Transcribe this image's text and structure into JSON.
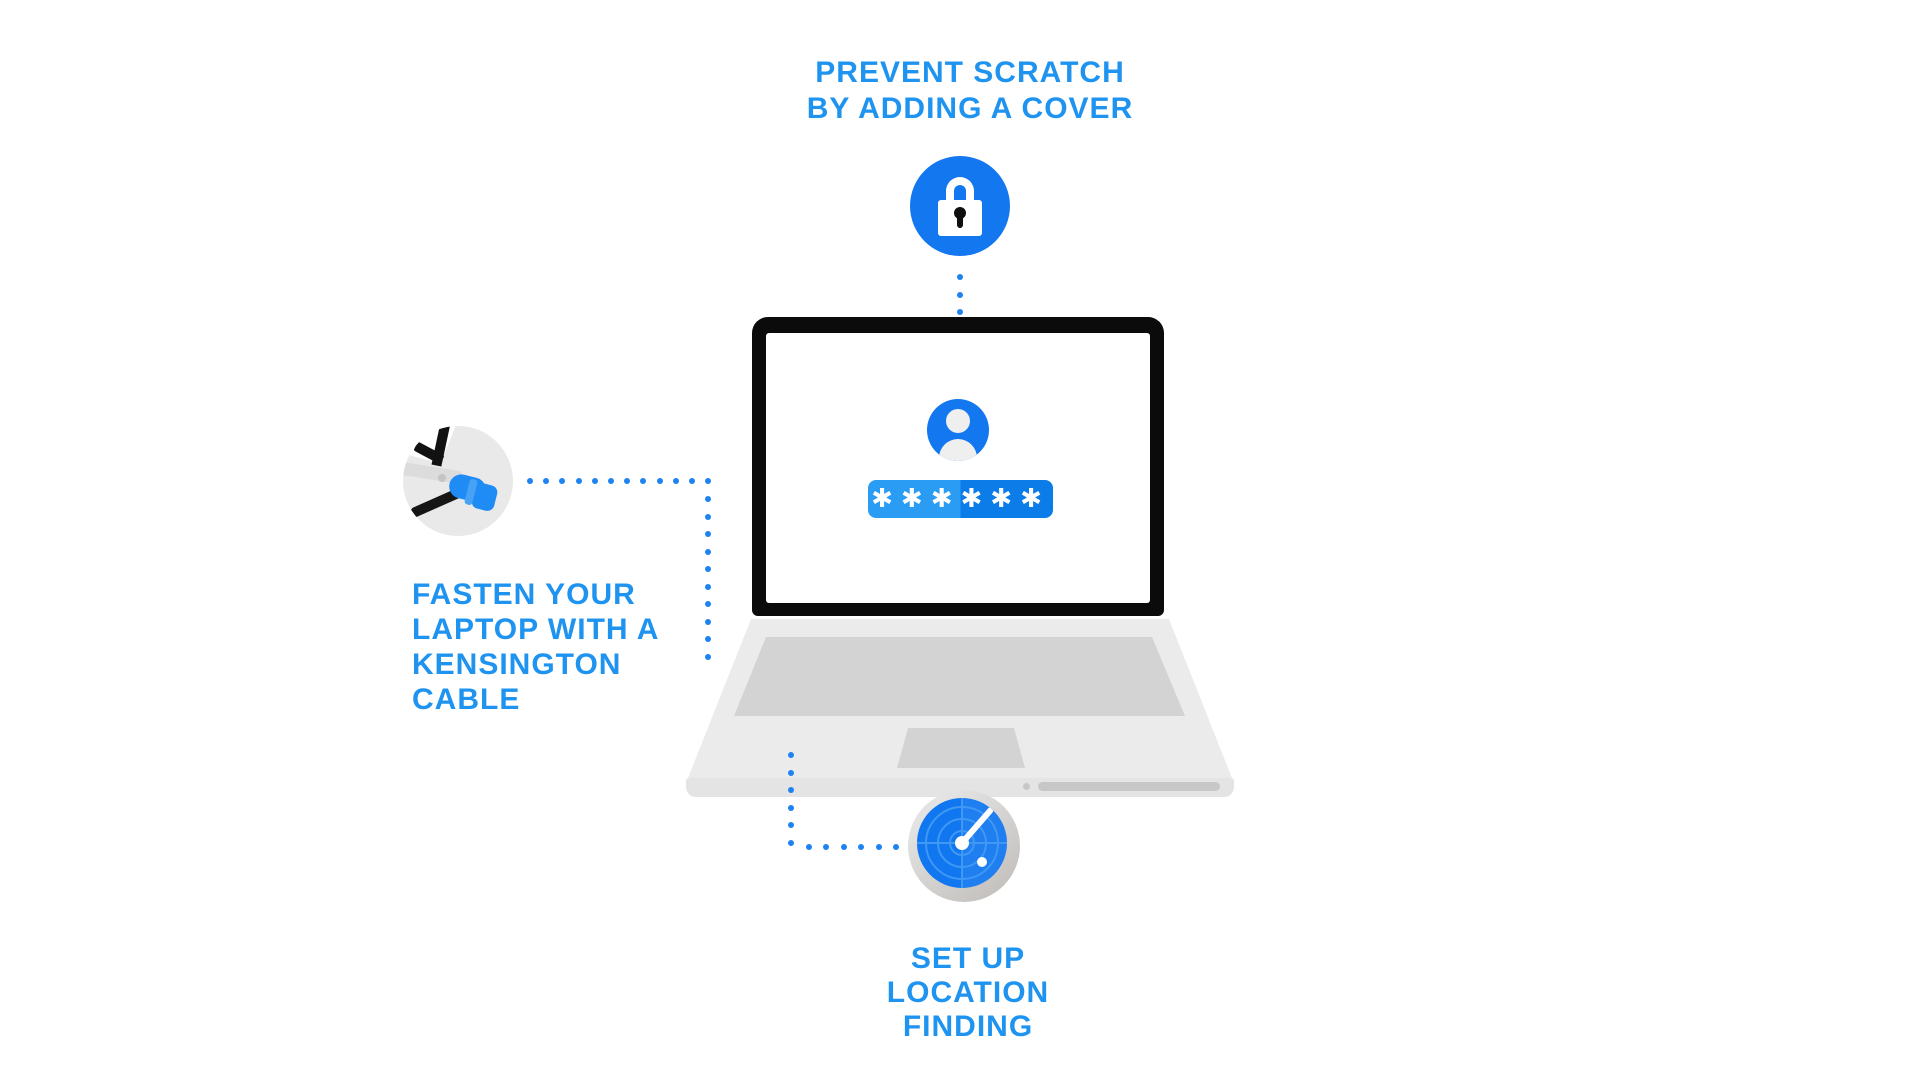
{
  "captions": {
    "top": [
      "PREVENT SCRATCH",
      "BY ADDING A COVER"
    ],
    "left": [
      "FASTEN YOUR",
      "LAPTOP WITH A",
      "KENSINGTON",
      "CABLE"
    ],
    "bottom": [
      "SET UP",
      "LOCATION",
      "FINDING"
    ]
  },
  "password_field": {
    "masked_value": "✱✱✱✱✱✱"
  },
  "icons": {
    "top_badge": "lock-icon",
    "screen": "user-avatar-icon",
    "left_badge": "kensington-cable-icon",
    "bottom_badge": "radar-location-icon"
  },
  "colors": {
    "accent_blue": "#1377f0",
    "text_blue": "#1e93f0",
    "dot_blue": "#1f82f1",
    "password_left": "#2b9cf4",
    "password_right": "#0c7ce9",
    "laptop_gray": "#ebebeb",
    "keyboard_gray": "#d3d3d3"
  }
}
